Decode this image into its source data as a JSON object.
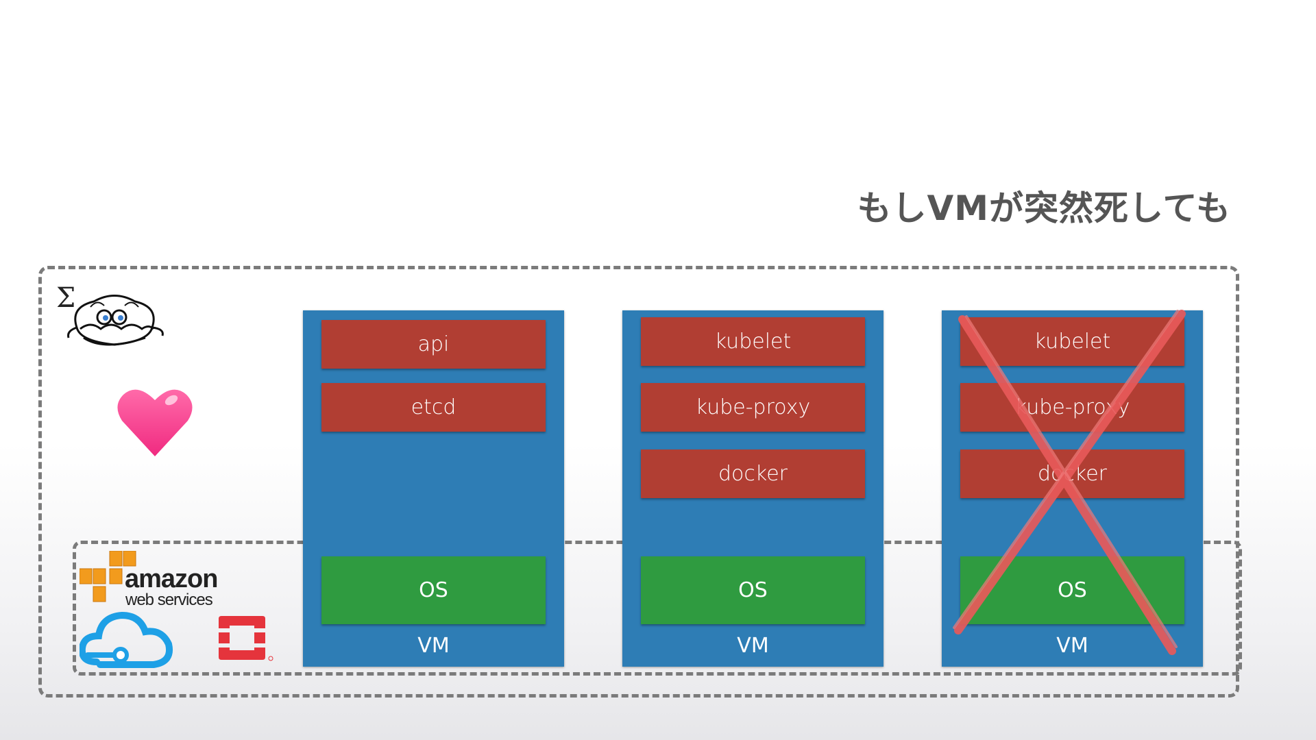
{
  "slide": {
    "title": "もしVMが突然死しても"
  },
  "vms": [
    {
      "components": [
        "api",
        "etcd"
      ],
      "os_label": "OS",
      "vm_label": "VM",
      "failed": false
    },
    {
      "components": [
        "kubelet",
        "kube-proxy",
        "docker"
      ],
      "os_label": "OS",
      "vm_label": "VM",
      "failed": false
    },
    {
      "components": [
        "kubelet",
        "kube-proxy",
        "docker"
      ],
      "os_label": "OS",
      "vm_label": "VM",
      "failed": true
    }
  ],
  "logos": {
    "aws_word": "amazon",
    "aws_sub": "web services",
    "sigma": "Σ"
  },
  "icons": {
    "octopus": "octopus-in-clam-icon",
    "heart": "heart-icon",
    "aws": "aws-logo-icon",
    "azure": "azure-cloud-icon",
    "openstack": "openstack-logo-icon",
    "cross": "red-x-icon"
  },
  "colors": {
    "vm_blue": "#2e7db5",
    "component_red": "#b13e33",
    "os_green": "#2f9b40",
    "cross_red": "#e85a5a",
    "heart_pink": "#ff3d8e",
    "dash_gray": "#7b7b7b"
  }
}
